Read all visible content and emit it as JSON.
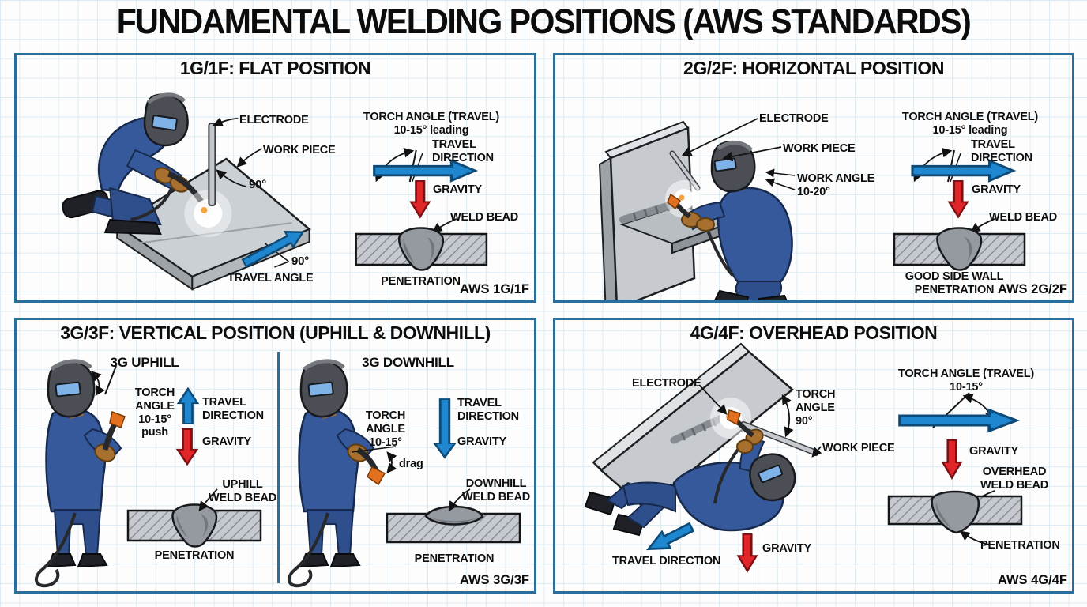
{
  "title": "FUNDAMENTAL WELDING POSITIONS (AWS STANDARDS)",
  "colors": {
    "panel_border": "#2b6e99",
    "grid_line": "#dcebf3",
    "travel_blue": "#1e87cf",
    "gravity_red": "#e1262a",
    "suit_blue": "#35599b",
    "helmet_gray": "#4b4f55",
    "plate_gray": "#c7cbd0",
    "bead_gray": "#9599a0"
  },
  "panels": {
    "flat": {
      "header": "1G/1F: FLAT POSITION",
      "electrode": "ELECTRODE",
      "work_piece": "WORK PIECE",
      "electrode_angle": "90°",
      "torch_angle": "TORCH ANGLE (TRAVEL)\n10-15° leading",
      "travel_direction": "TRAVEL\nDIRECTION",
      "gravity": "GRAVITY",
      "weld_bead": "WELD BEAD",
      "penetration": "PENETRATION",
      "travel_angle_value": "90°",
      "travel_angle_label": "TRAVEL ANGLE",
      "badge": "AWS 1G/1F"
    },
    "horizontal": {
      "header": "2G/2F: HORIZONTAL POSITION",
      "electrode": "ELECTRODE",
      "work_piece": "WORK PIECE",
      "work_angle": "WORK ANGLE\n10-20°",
      "torch_angle": "TORCH ANGLE (TRAVEL)\n10-15° leading",
      "travel_direction": "TRAVEL\nDIRECTION",
      "gravity": "GRAVITY",
      "weld_bead": "WELD BEAD",
      "penetration": "GOOD SIDE WALL\nPENETRATION",
      "badge": "AWS 2G/2F"
    },
    "vertical": {
      "header": "3G/3F: VERTICAL POSITION (UPHILL & DOWNHILL)",
      "badge": "AWS 3G/3F",
      "uphill": {
        "subtitle": "3G UPHILL",
        "torch_angle": "TORCH\nANGLE\n10-15°\npush",
        "travel_direction": "TRAVEL\nDIRECTION",
        "gravity": "GRAVITY",
        "weld_bead": "UPHILL\nWELD BEAD",
        "penetration": "PENETRATION"
      },
      "downhill": {
        "subtitle": "3G DOWNHILL",
        "torch_angle": "TORCH\nANGLE\n10-15°",
        "drag": "drag",
        "travel_direction": "TRAVEL\nDIRECTION",
        "gravity": "GRAVITY",
        "weld_bead": "DOWNHILL\nWELD BEAD",
        "penetration": "PENETRATION"
      }
    },
    "overhead": {
      "header": "4G/4F: OVERHEAD POSITION",
      "electrode": "ELECTRODE",
      "torch_angle_left": "TORCH\nANGLE\n90°",
      "work_piece": "WORK PIECE",
      "travel_direction": "TRAVEL DIRECTION",
      "gravity_left": "GRAVITY",
      "torch_angle": "TORCH ANGLE (TRAVEL)\n10-15°",
      "gravity": "GRAVITY",
      "weld_bead": "OVERHEAD\nWELD BEAD",
      "penetration": "PENETRATION",
      "badge": "AWS 4G/4F"
    }
  }
}
